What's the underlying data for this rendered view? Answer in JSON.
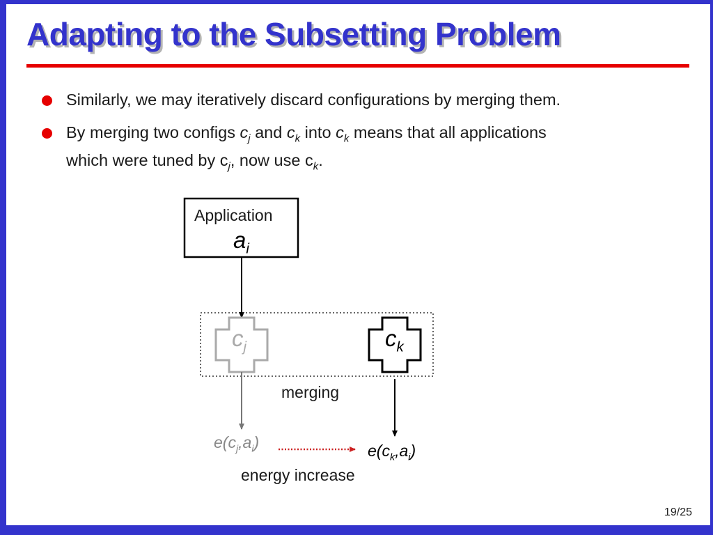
{
  "slide": {
    "title": "Adapting to the Subsetting Problem",
    "bullets": {
      "b1": "Similarly, we may iteratively discard configurations by merging them.",
      "b2": {
        "t1": "By merging two configs ",
        "cj_base": "c",
        "cj_sub": "j",
        "t2": " and ",
        "ck_base": "c",
        "ck_sub": "k",
        "t3": " into ",
        "ck2_base": "c",
        "ck2_sub": "k",
        "t4": " means that all applications",
        "t5": "which were tuned by c",
        "cj3_sub": "j",
        "t6": ", now use c",
        "ck3_sub": "k",
        "t7": "."
      }
    },
    "page_number": "19/25"
  },
  "diagram": {
    "application_label": "Application",
    "ai_base": "a",
    "ai_sub": "i",
    "cj_base": "c",
    "cj_sub": "j",
    "ck_base": "c",
    "ck_sub": "k",
    "merging_label": "merging",
    "energy_left": {
      "pre": "e(c",
      "sub1": "j",
      "mid": ",a",
      "sub2": "i",
      "post": ")"
    },
    "energy_right": {
      "pre": "e(c",
      "sub1": "k",
      "mid": ",a",
      "sub2": "i",
      "post": ")"
    },
    "energy_increase_label": "energy increase"
  },
  "colors": {
    "frame": "#3333cc",
    "title": "#3333cc",
    "rule": "#e60000",
    "bullet": "#e60000",
    "grey": "#999999",
    "red_arrow": "#cc2222"
  }
}
